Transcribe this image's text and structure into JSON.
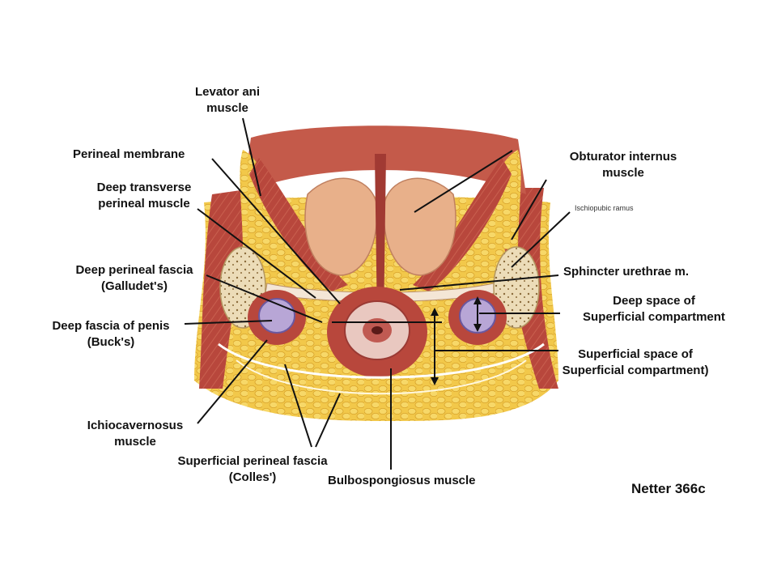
{
  "labels": {
    "levator_ani": [
      "Levator ani",
      "muscle"
    ],
    "perineal_membrane": "Perineal membrane",
    "deep_transverse": [
      "Deep transverse",
      "perineal muscle"
    ],
    "deep_perineal_fascia": [
      "Deep perineal fascia",
      "(Galludet's)"
    ],
    "deep_fascia_penis": [
      "Deep fascia of penis",
      "(Buck's)"
    ],
    "ichiocavernosus": [
      "Ichiocavernosus",
      "muscle"
    ],
    "superficial_perineal_fascia": [
      "Superficial perineal fascia",
      "(Colles')"
    ],
    "bulbospongiosus": "Bulbospongiosus muscle",
    "obturator_internus": [
      "Obturator internus",
      "muscle"
    ],
    "ischiopubic_ramus": "Ischiopubic ramus",
    "sphincter_urethrae": "Sphincter urethrae m.",
    "deep_space": [
      "Deep space of",
      "Superficial compartment"
    ],
    "superficial_space": [
      "Superficial space of",
      "Superficial compartment)"
    ],
    "credit": "Netter 366c"
  },
  "colors": {
    "muscle": "#b8473c",
    "muscle_light": "#d9877a",
    "fat": "#f2c84a",
    "fat_outline": "#d9a42c",
    "prostate": "#e8b08a",
    "bone": "#ecdcb8",
    "leader_line": "#111111"
  }
}
